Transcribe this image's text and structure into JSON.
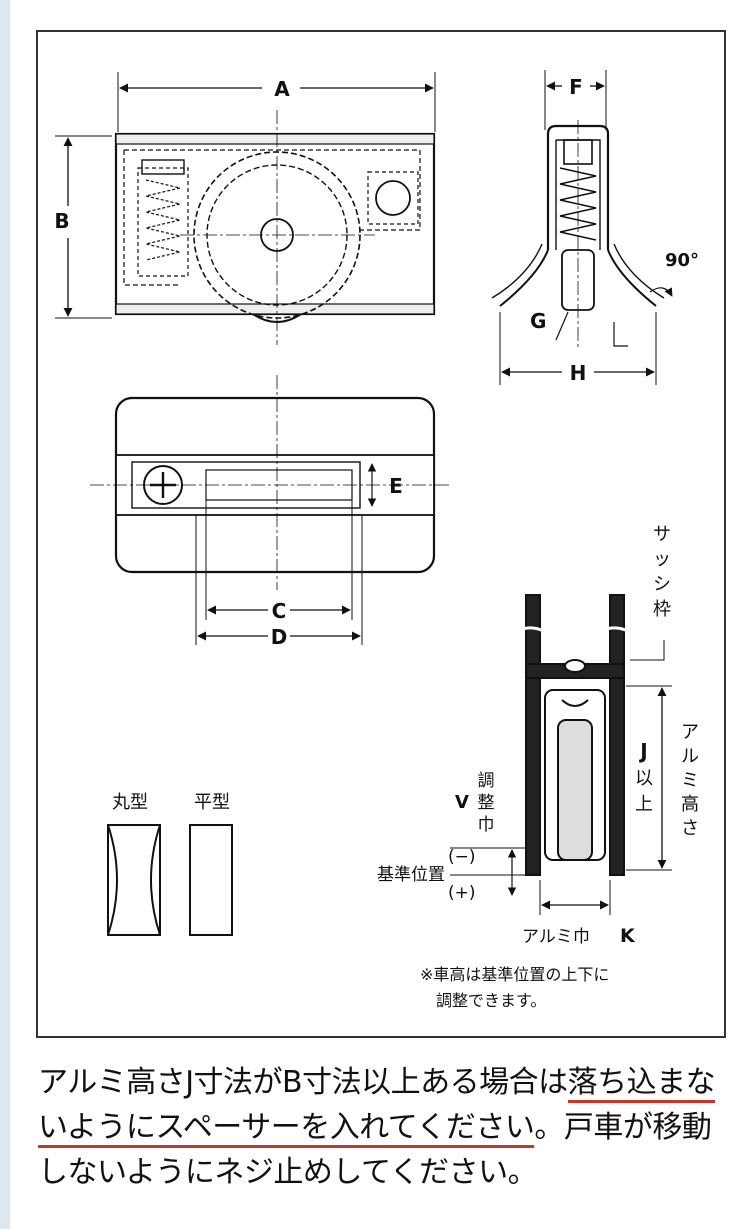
{
  "labels": {
    "a": "A",
    "b": "B",
    "c": "C",
    "d": "D",
    "e": "E",
    "f": "F",
    "g": "G",
    "h": "H",
    "j": "J",
    "k": "K",
    "v": "V",
    "angle": "90°"
  },
  "profiles": {
    "round": "丸型",
    "flat": "平型"
  },
  "section": {
    "sash_frame": [
      "サ",
      "ッ",
      "シ",
      "枠"
    ],
    "alumi_height": [
      "ア",
      "ル",
      "ミ",
      "高",
      "さ"
    ],
    "j_ijou": [
      "以",
      "上"
    ],
    "adjust_width": [
      "調",
      "整",
      "巾"
    ],
    "minus": "(−)",
    "plus": "(+)",
    "reference_position": "基準位置",
    "alumi_width": "アルミ巾",
    "note_line1": "※車高は基準位置の上下に",
    "note_line2": "調整できます。"
  },
  "caption": {
    "part1": "アルミ高さJ寸法がB寸法以上ある場合は",
    "highlight1": "落ち込",
    "highlight2": "まないようにスペーサーを入れてください",
    "part2": "。戸車が移動しないようにネジ止めしてください。"
  }
}
